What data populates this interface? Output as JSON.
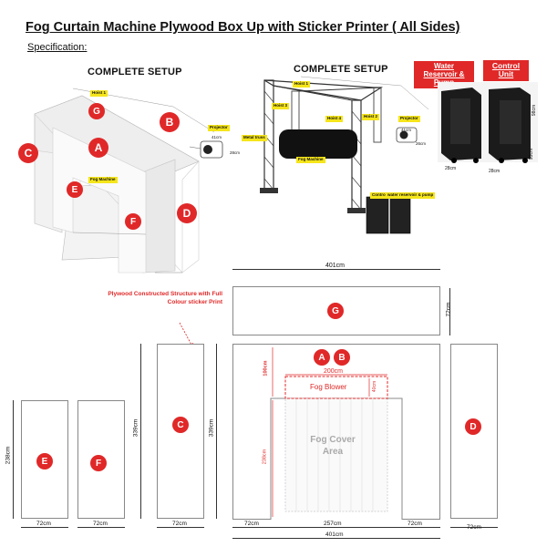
{
  "header": {
    "title": "Fog Curtain Machine Plywood Box Up with Sticker Printer ( All Sides)",
    "spec_label": "Specification:"
  },
  "setups": {
    "left_title": "COMPLETE SETUP",
    "right_title": "COMPLETE SETUP"
  },
  "boxes": {
    "water": "Water Reservoir & Pump",
    "control": "Control Unit"
  },
  "tags": {
    "hoist1": "Hoist 1",
    "hoist2": "Hoist 2",
    "hoist3": "Hoist 3",
    "hoist4": "Hoist 4",
    "projector": "Projector",
    "fog_machine": "Fog Machine",
    "metal_truss": "Metal truss",
    "control_unit": "Control Unit",
    "water_reservoir": "water reservoir & pump"
  },
  "small_dims": {
    "proj_w": "41cm",
    "proj_h": "28cm",
    "proj_d": "26cm",
    "water_w": "28cm",
    "control_w": "28cm",
    "control_h": "93cm",
    "water_h": "98cm"
  },
  "letters": {
    "a": "A",
    "b": "B",
    "c": "C",
    "d": "D",
    "e": "E",
    "f": "F",
    "g": "G"
  },
  "annotation": "Plywood Constructed Structure with Full Colour sticker Print",
  "panels": {
    "g_width": "401cm",
    "g_height": "72cm",
    "e_height": "238cm",
    "e_width": "72cm",
    "f_width": "72cm",
    "c_height": "339cm",
    "c_width": "72cm",
    "ab_height": "339cm",
    "top_height": "100cm",
    "inner_width": "200cm",
    "blower_h": "40cm",
    "opening_h": "238cm",
    "left_leg": "72cm",
    "opening_w": "257cm",
    "right_leg": "72cm",
    "total_w": "401cm",
    "d_width": "72cm",
    "fog_blower": "Fog Blower",
    "fog_cover": "Fog Cover Area"
  }
}
